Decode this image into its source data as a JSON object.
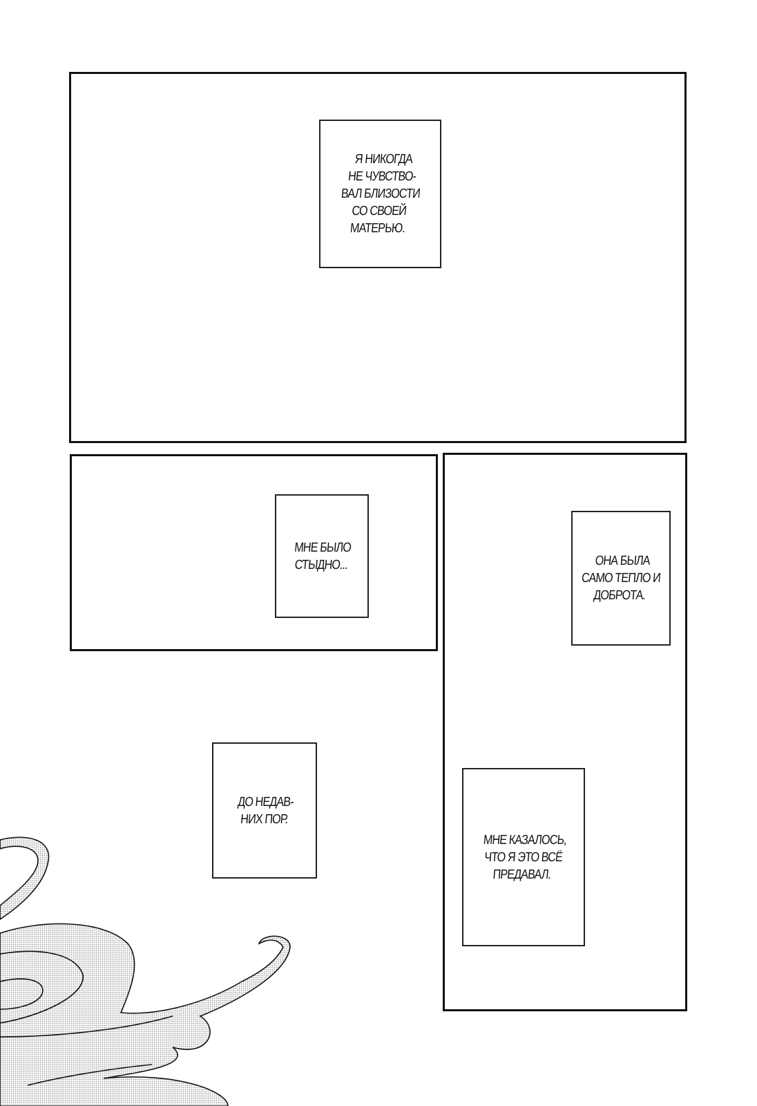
{
  "captions": [
    {
      "text": "Я НИКОГДА\nНЕ ЧУВСТВО-\nВАЛ БЛИЗОСТИ\nСО СВОЕЙ\nМАТЕРЬЮ."
    },
    {
      "text": "МНЕ БЫЛО\nСТЫДНО..."
    },
    {
      "text": "ОНА БЫЛА\nСАМО ТЕПЛО И\nДОБРОТА."
    },
    {
      "text": "ДО НЕДАВ-\nНИХ ПОР."
    },
    {
      "text": "МНЕ КАЗАЛОСЬ,\nЧТО Я ЭТО ВСЁ\nПРЕДАВАЛ."
    }
  ]
}
